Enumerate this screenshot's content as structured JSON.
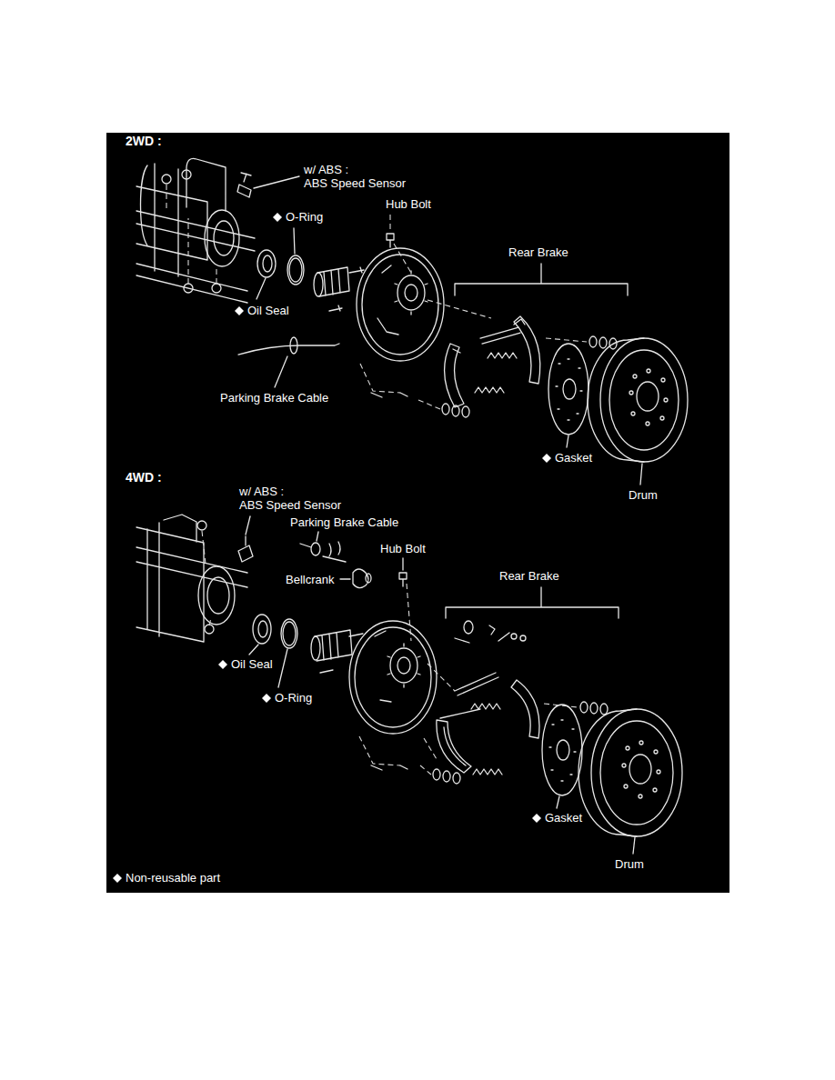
{
  "diagram": {
    "labels": [
      "2WD :",
      "w/ ABS :",
      "ABS Speed Sensor",
      "O-Ring",
      "Hub Bolt",
      "Rear Brake",
      "Oil Seal",
      "Parking Brake Cable",
      "Gasket",
      "Drum",
      "4WD :",
      "w/ ABS :",
      "ABS Speed Sensor",
      "Parking Brake Cable",
      "Hub Bolt",
      "Bellcrank",
      "Rear Brake",
      "Oil Seal",
      "O-Ring",
      "Gasket",
      "Drum",
      "Non-reusable part"
    ]
  }
}
